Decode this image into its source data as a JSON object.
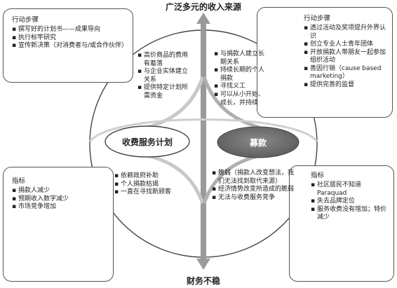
{
  "axis": {
    "top": "广泛多元的收入来源",
    "bottom": "财务不稳"
  },
  "ovals": {
    "left": "收费服务计划",
    "right": "募款"
  },
  "boxes": {
    "top_left": {
      "title": "行动步骤",
      "items": [
        "撰写好的计划书——成果导向",
        "执行标竿研究",
        "宣传新决策（对消费者与/或合作伙伴）"
      ]
    },
    "top_right": {
      "title": "行动步骤",
      "items": [
        "透过活动及奖项提升外界认识",
        "创立专业人士青年团体",
        "开放捐款人带朋友一起参加组织活动",
        "善因行销（cause based marketing）",
        "提供完善的监督"
      ]
    },
    "bottom_left": {
      "title": "指标",
      "items": [
        "捐款人减少",
        "预期收入数字减少",
        "市场竞争增加"
      ]
    },
    "bottom_right": {
      "title": "指标",
      "items": [
        "社区居民不知道Paraquad",
        "失去品牌定位",
        "服务收费没有增加；特价减少"
      ]
    }
  },
  "quadrants": {
    "upper_left": [
      "高价商品的费用有着落",
      "与企业实体建立关系",
      "提供特定计划所需资金"
    ],
    "upper_right": [
      "与捐款人建立长期关系",
      "持续长期的个人捐款",
      "寻找义工",
      "可以从小开始、成长，并持续"
    ],
    "lower_left": [
      "依赖政府补助",
      "个人捐款枯竭",
      "一直在寻找新顾客"
    ],
    "lower_right": [
      "脆弱（捐款人改变想法，我们无法找到取代来源）",
      "经济情势改变所造成的脆弱",
      "无法与收费服务竞争"
    ]
  },
  "colors": {
    "arrow": "#9a9a9a",
    "right_oval": "#6b6b6b",
    "stroke": "#444444"
  }
}
